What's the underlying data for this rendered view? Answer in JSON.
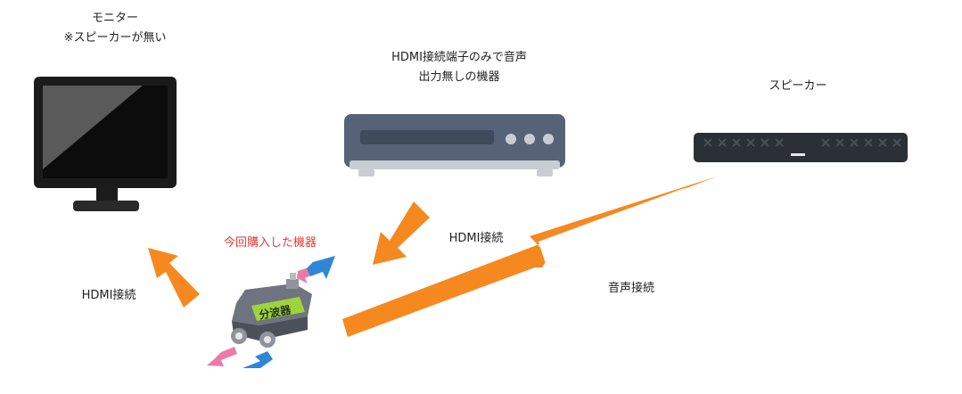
{
  "labels": {
    "monitor_line1": "モニター",
    "monitor_line2": "※スピーカーが無い",
    "source_line1": "HDMI接続端子のみで音声",
    "source_line2": "出力無しの機器",
    "speaker": "スピーカー",
    "purchased": "今回購入した機器",
    "hdmi_left": "HDMI接続",
    "hdmi_right": "HDMI接続",
    "audio": "音声接続",
    "splitter_text": "分波器"
  },
  "colors": {
    "arrow": "#f5891f",
    "purchased_text": "#e53935",
    "text": "#222222",
    "device_body": "#566377",
    "device_panel": "#3f4a5b",
    "device_base": "#c9cdd3",
    "monitor_frame": "#1b1b1b",
    "monitor_screen": "#555555",
    "splitter_label": "#9ed33c",
    "pink": "#ec7aa8",
    "blue": "#2f86d6"
  }
}
